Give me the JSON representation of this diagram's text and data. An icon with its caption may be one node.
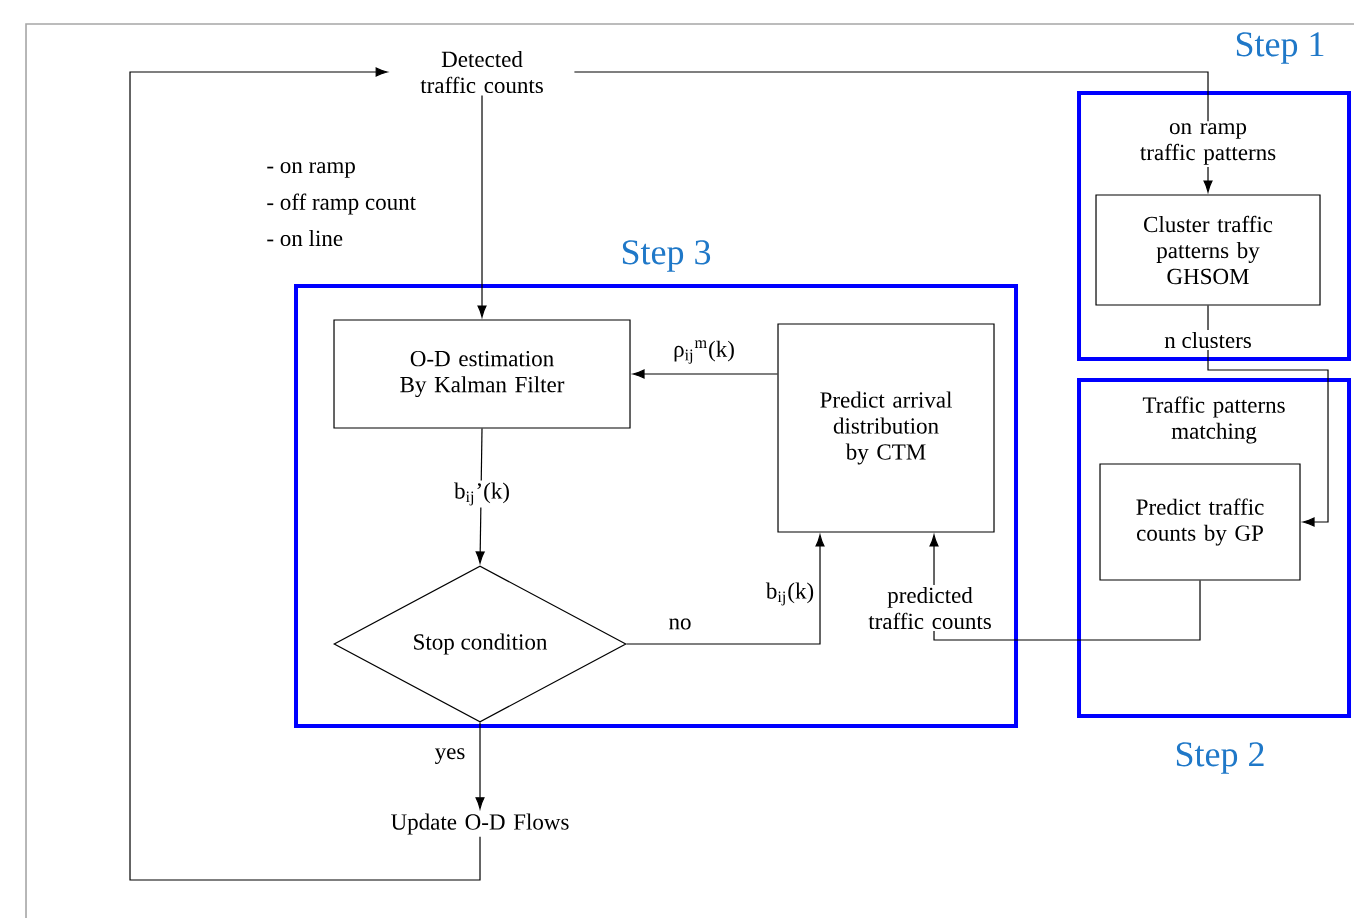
{
  "diagram": {
    "nodes": [
      {
        "text": [
          "Detected traffic counts"
        ]
      },
      {
        "text": [
          "Step 3"
        ]
      },
      {
        "text": [
          "O-D estimation By Kalman Filter"
        ],
        "in": 1
      },
      {
        "text": [
          "Predict arrival distribution by CTM"
        ],
        "in": 1
      },
      {
        "text": [
          "Stop condition"
        ],
        "in": 1
      },
      {
        "text": [
          "Update O-D Flows"
        ]
      },
      {
        "text": [
          "Step 1"
        ]
      },
      {
        "text": [
          "Cluster traffic patterns by GHSOM"
        ],
        "in": 6
      },
      {
        "text": [
          "Traffic patterns matching",
          "Step 2"
        ]
      },
      {
        "text": [
          "Predict traffic counts by GP"
        ],
        "in": 8
      }
    ],
    "edges": [
      {
        "from": 0,
        "to": 2,
        "arrow": "to"
      },
      {
        "from": 3,
        "to": 2,
        "arrow": "to",
        "label": "ρ$_{ij}$$^{m}$(k)"
      },
      {
        "from": 2,
        "to": 4,
        "arrow": "to",
        "label": "b$_{ij}$’(k)"
      },
      {
        "from": 4,
        "to": 3,
        "arrow": "to",
        "label": "no"
      },
      {
        "from": 4,
        "to": 5,
        "arrow": "to",
        "label": "yes"
      },
      {
        "from": 5,
        "to": 0,
        "arrow": "to"
      },
      {
        "from": 0,
        "to": 7,
        "arrow": "to",
        "label": "on ramp traffic patterns"
      },
      {
        "from": 7,
        "to": 9,
        "arrow": "to",
        "label": "n clusters"
      },
      {
        "from": 9,
        "to": 3,
        "arrow": "to",
        "label": "predicted traffic counts"
      }
    ],
    "labels": [
      "- on ramp",
      "- off ramp count",
      "- on line",
      "b$_{ij}$(k)"
    ]
  }
}
